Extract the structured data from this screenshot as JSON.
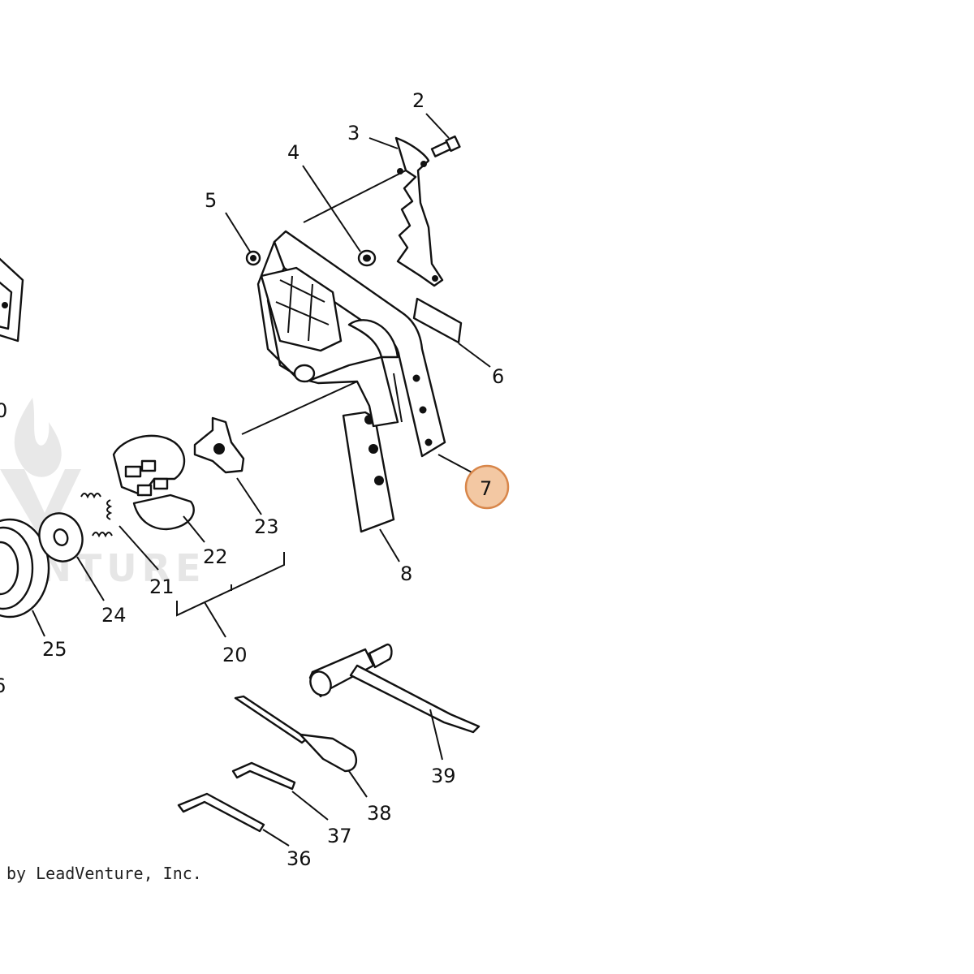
{
  "diagram": {
    "callouts": [
      "2",
      "3",
      "4",
      "5",
      "6",
      "7",
      "8",
      "20",
      "21",
      "22",
      "23",
      "24",
      "25",
      "36",
      "37",
      "38",
      "39"
    ],
    "highlight_callout": "7",
    "highlight_color": "#f3c8a3",
    "highlight_border": "#d8864a",
    "watermark": "ENTURE",
    "edge_fragments": [
      "0",
      "6"
    ]
  },
  "footer": {
    "copyright": "by LeadVenture, Inc."
  }
}
